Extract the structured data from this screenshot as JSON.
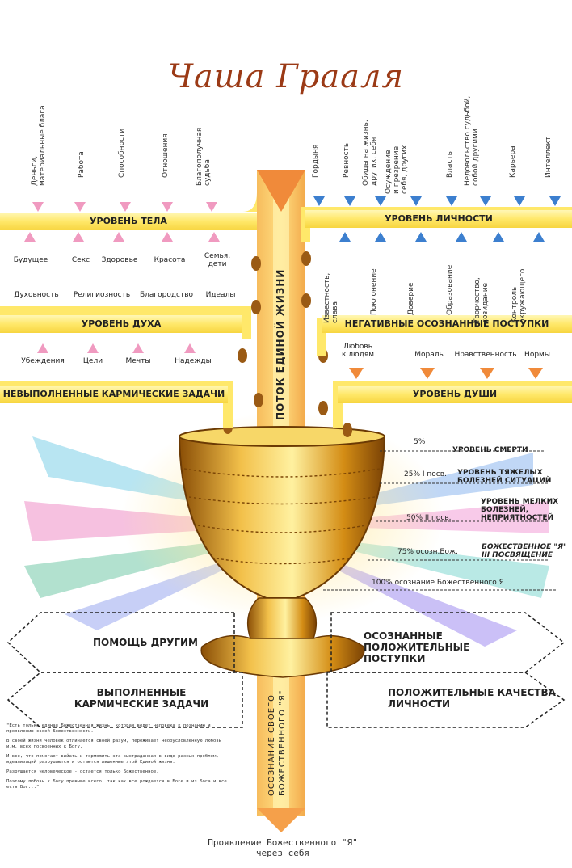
{
  "title": "Чаша Грааля",
  "top_left_labels": [
    "Деньги,\nматериальные блага",
    "Работа",
    "Способности",
    "Отношения",
    "Благополучная\nсудьба"
  ],
  "top_right_labels": [
    "Гордыня",
    "Ревность",
    "Обиды на жизнь,\nдругих, себя",
    "Осуждение\nи презрение\nсебя, других",
    "Власть",
    "Недовольство судьбой,\nсобой другими",
    "Карьера",
    "Интеллект"
  ],
  "bands": {
    "body": "УРОВЕНЬ ТЕЛА",
    "personality": "УРОВЕНЬ ЛИЧНОСТИ",
    "spirit": "УРОВЕНЬ ДУХА",
    "negative": "НЕГАТИВНЫЕ ОСОЗНАННЫЕ ПОСТУПКИ",
    "karmic": "НЕВЫПОЛНЕННЫЕ КАРМИЧЕСКИЕ ЗАДАЧИ",
    "soul": "УРОВЕНЬ ДУШИ"
  },
  "body_items": [
    "Будущее",
    "Секс",
    "Здоровье",
    "Красота",
    "Семья,\nдети"
  ],
  "body_items2": [
    "Духовность",
    "Религиозность",
    "Благородство",
    "Идеалы"
  ],
  "personality_items": [
    "Известность,\nслава",
    "Поклонение",
    "Доверие",
    "Образование",
    "Творчество,\nсозидание",
    "Контроль\nокружающего"
  ],
  "spirit_items": [
    "Убеждения",
    "Цели",
    "Мечты",
    "Надежды"
  ],
  "soul_items": [
    "Любовь\nк людям",
    "Мораль",
    "Нравственность",
    "Нормы"
  ],
  "stream_label": "ПОТОК ЕДИНОЙ ЖИЗНИ",
  "levels": [
    {
      "pct": "5%",
      "label": "УРОВЕНЬ СМЕРТИ"
    },
    {
      "pct": "25% I посв.",
      "label": "УРОВЕНЬ ТЯЖЕЛЫХ\nБОЛЕЗНЕЙ СИТУАЦИЙ"
    },
    {
      "pct": "50% II посв.",
      "label": "УРОВЕНЬ МЕЛКИХ\nБОЛЕЗНЕЙ,\nНЕПРИЯТНОСТЕЙ"
    },
    {
      "pct": "75% осозн.Бож.",
      "label": "БОЖЕСТВЕННОЕ \"Я\"\nIII ПОСВЯЩЕНИЕ"
    },
    {
      "pct": "100% осознание Божественного Я",
      "label": ""
    }
  ],
  "left_arrows": [
    "ПОМОЩЬ ДРУГИМ",
    "ВЫПОЛНЕННЫЕ\nКАРМИЧЕСКИЕ ЗАДАЧИ"
  ],
  "right_arrows": [
    "ОСОЗНАННЫЕ ПОЛОЖИТЕЛЬНЫЕ\nПОСТУПКИ",
    "ПОЛОЖИТЕЛЬНЫЕ КАЧЕСТВА\nЛИЧНОСТИ"
  ],
  "bottom_stream": "ОСОЗНАНИЕ СВОЕГО\nБОЖЕСТВЕННОГО \"Я\"",
  "footer": "Проявление Божественного \"Я\"\nчерез себя",
  "quote": [
    "\"Есть только единая Божественная жизнь, которая ведет человека к познанию и проявлению своей Божественности.",
    "В своей жизни человек отличается своей разум, переживает необусловленную любовь и.м. всех посвоенных к Богу.",
    "И все, что помогает выйать и торможить эта выстраданная в виде разных проблем, идеализаций разрушаются и остаются лишенные этой Единой жизни.",
    "Разрушается человеческое - остается только Божественное.",
    "Поэтому любовь к Богу превыше всего, так как все рождается в Боге и из Бога и все есть Бог...\""
  ],
  "colors": {
    "title": "#9b3a16",
    "band": "#ffe86a",
    "gold": "#d08a10",
    "blue_arrow": "#3c7fcf",
    "orange_arrow": "#f08a3a"
  }
}
